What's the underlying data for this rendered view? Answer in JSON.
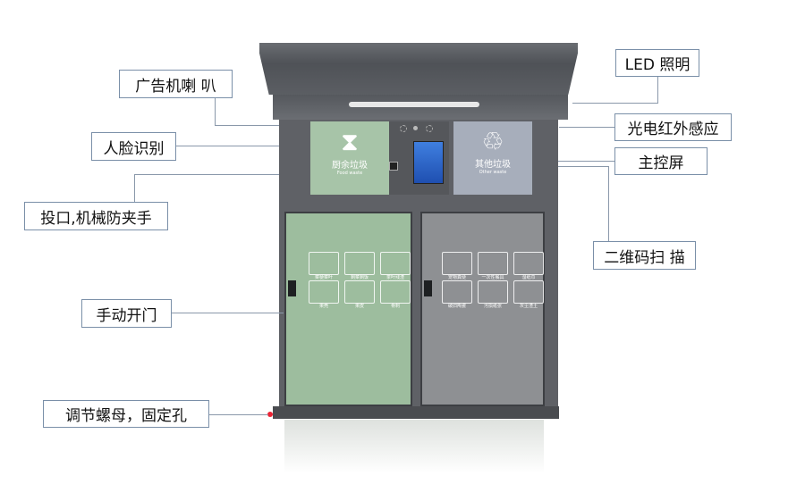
{
  "labels": {
    "speaker": "广告机喇 叭",
    "face": "人脸识别",
    "inlet": "投口,机械防夹手",
    "manual_door": "手动开门",
    "nut": "调节螺母，固定孔",
    "led": "LED 照明",
    "infrared": "光电红外感应",
    "screen": "主控屏",
    "qr": "二维码扫 描"
  },
  "bins": {
    "food": {
      "cn": "厨余垃圾",
      "en": "Food waste",
      "items": [
        "菜梗菜叶",
        "剩菜剩饭",
        "茶叶残渣",
        "果壳",
        "果皮",
        "骨刺"
      ],
      "color": "#9dbd9e"
    },
    "other": {
      "cn": "其他垃圾",
      "en": "Other waste",
      "items": [
        "宠物粪便",
        "一次性餐具",
        "湿纸巾",
        "破旧陶瓷",
        "污损纸张",
        "灰尘渣土"
      ],
      "color": "#8e9093"
    }
  }
}
